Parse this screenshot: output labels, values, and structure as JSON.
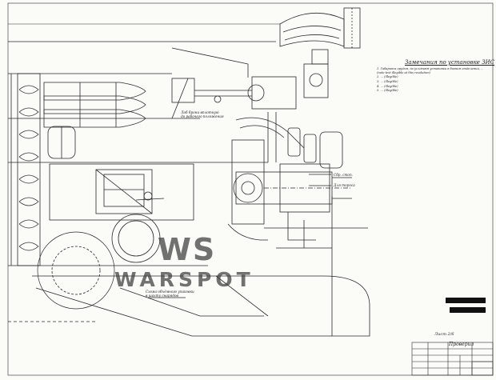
{
  "document": {
    "type": "engineering drawing",
    "notes_title": "Замечания по установке ЗИС",
    "notes": [
      "1. Габариты орудия, по условиям установки в боевом отделении, ... (note text illegible at this resolution)",
      "2. ... (illegible)",
      "3. ... (illegible)",
      "4. ... (illegible)",
      "5. ... (illegible)"
    ],
    "labels": {
      "left_top": "Лоб брони вплотную\nдо рабочего положения",
      "bottom": "Схема объёмного упаковки\nв шахту снарядов",
      "right_1": "Сбр. стоп.",
      "right_2": "Для тороса"
    },
    "sheet_number": "Лист 2/6",
    "signature": "Проверил",
    "watermark": {
      "logo": "WS",
      "text": "WARSPOT"
    }
  },
  "colors": {
    "line": "#2a2a2a",
    "paper": "#fbfbf8",
    "watermark": "#3c3c3c"
  }
}
